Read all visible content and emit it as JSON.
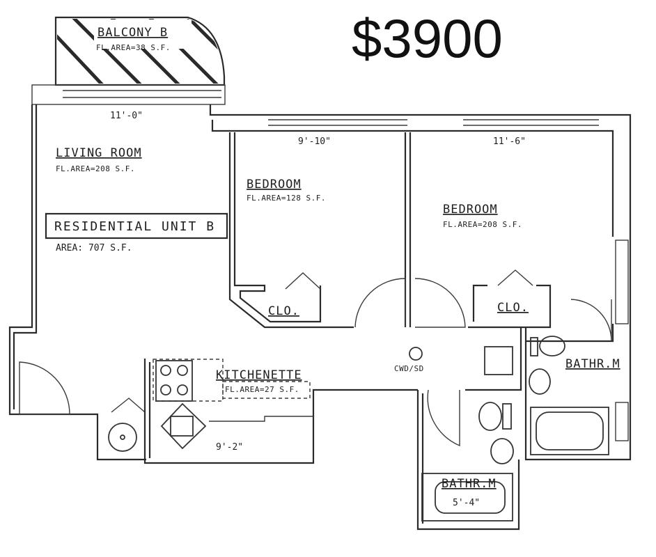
{
  "price": "$3900",
  "unit": {
    "name": "RESIDENTIAL UNIT B",
    "area": "AREA: 707 S.F."
  },
  "balcony": {
    "label": "BALCONY B",
    "area": "FL.AREA=38 S.F."
  },
  "living_room": {
    "label": "LIVING ROOM",
    "area": "FL.AREA=208 S.F.",
    "width": "11'-0\""
  },
  "bedroom_1": {
    "label": "BEDROOM",
    "area": "FL.AREA=128 S.F.",
    "width": "9'-10\""
  },
  "bedroom_2": {
    "label": "BEDROOM",
    "area": "FL.AREA=208 S.F.",
    "width": "11'-6\""
  },
  "closets": [
    "CLO.",
    "CLO."
  ],
  "kitchenette": {
    "label": "KITCHENETTE",
    "area": "FL.AREA=27 S.F.",
    "width": "9'-2\""
  },
  "washer": "CWD/SD",
  "bathroom_1": {
    "label": "BATHR.M"
  },
  "bathroom_2": {
    "label": "BATHR.M",
    "width": "5'-4\""
  }
}
